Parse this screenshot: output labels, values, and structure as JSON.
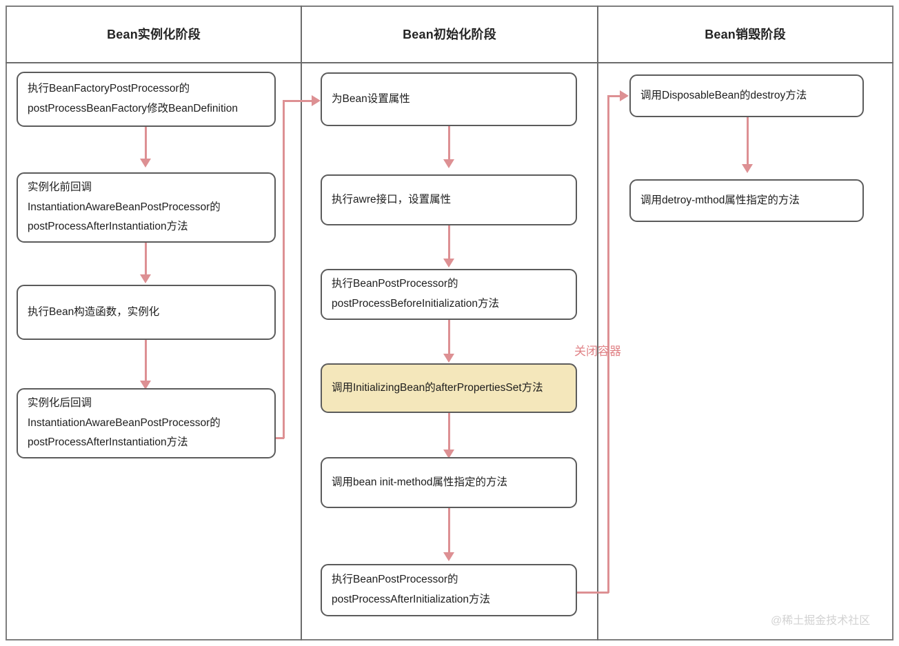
{
  "diagram": {
    "title": "Spring Bean Lifecycle",
    "colors": {
      "frame_border": "#7d7d7d",
      "lane_divider": "#6b6b6b",
      "node_border": "#5b5b5b",
      "node_fill": "#ffffff",
      "highlight_fill": "#f4e7bb",
      "connector": "#dd9093",
      "edge_label": "#e08286",
      "watermark": "#d2d2d2",
      "text": "#1d1d1d"
    },
    "lanes": [
      {
        "id": "instantiation",
        "title": "Bean实例化阶段"
      },
      {
        "id": "initialization",
        "title": "Bean初始化阶段"
      },
      {
        "id": "destruction",
        "title": "Bean销毁阶段"
      }
    ],
    "nodes": [
      {
        "id": "n1",
        "lane": "instantiation",
        "highlight": false,
        "lines": [
          "执行BeanFactoryPostProcessor的",
          "postProcessBeanFactory修改BeanDefinition"
        ]
      },
      {
        "id": "n2",
        "lane": "instantiation",
        "highlight": false,
        "lines": [
          "实例化前回调",
          "InstantiationAwareBeanPostProcessor的",
          "postProcessAfterInstantiation方法"
        ]
      },
      {
        "id": "n3",
        "lane": "instantiation",
        "highlight": false,
        "lines": [
          "执行Bean构造函数，实例化"
        ]
      },
      {
        "id": "n4",
        "lane": "instantiation",
        "highlight": false,
        "lines": [
          "实例化后回调",
          "InstantiationAwareBeanPostProcessor的",
          "postProcessAfterInstantiation方法"
        ]
      },
      {
        "id": "n5",
        "lane": "initialization",
        "highlight": false,
        "lines": [
          "为Bean设置属性"
        ]
      },
      {
        "id": "n6",
        "lane": "initialization",
        "highlight": false,
        "lines": [
          "执行awre接口，设置属性"
        ]
      },
      {
        "id": "n7",
        "lane": "initialization",
        "highlight": false,
        "lines": [
          "执行BeanPostProcessor的",
          "postProcessBeforeInitialization方法"
        ]
      },
      {
        "id": "n8",
        "lane": "initialization",
        "highlight": true,
        "lines": [
          "调用InitializingBean的afterPropertiesSet方法"
        ]
      },
      {
        "id": "n9",
        "lane": "initialization",
        "highlight": false,
        "lines": [
          "调用bean init-method属性指定的方法"
        ]
      },
      {
        "id": "n10",
        "lane": "initialization",
        "highlight": false,
        "lines": [
          "执行BeanPostProcessor的",
          "postProcessAfterInitialization方法"
        ]
      },
      {
        "id": "n11",
        "lane": "destruction",
        "highlight": false,
        "lines": [
          "调用DisposableBean的destroy方法"
        ]
      },
      {
        "id": "n12",
        "lane": "destruction",
        "highlight": false,
        "lines": [
          "调用detroy-mthod属性指定的方法"
        ]
      }
    ],
    "edge_labels": [
      {
        "id": "close-container",
        "text": "关闭容器"
      }
    ],
    "watermark": "@稀土掘金技术社区"
  }
}
